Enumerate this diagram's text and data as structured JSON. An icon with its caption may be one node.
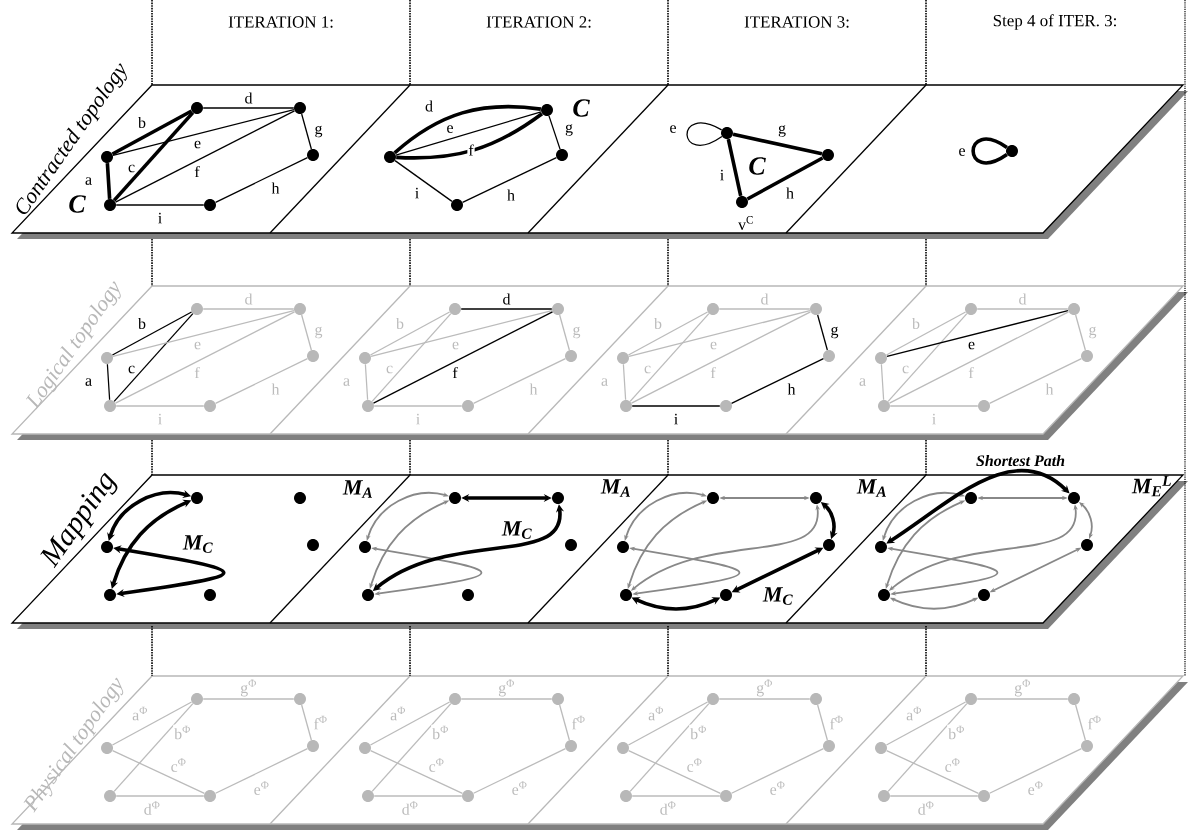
{
  "diagram": {
    "nodes": [
      {
        "text": [],
        "shape": "circle"
      },
      {
        "text": [],
        "shape": "circle"
      },
      {
        "text": [],
        "shape": "circle"
      },
      {
        "text": [],
        "shape": "circle"
      },
      {
        "text": [],
        "shape": "circle"
      },
      {
        "text": [],
        "shape": "circle"
      },
      {
        "text": [],
        "shape": "circle"
      },
      {
        "text": [],
        "shape": "circle"
      },
      {
        "text": [],
        "shape": "circle"
      },
      {
        "text": [],
        "shape": "circle"
      },
      {
        "text": [],
        "shape": "circle"
      },
      {
        "text": [],
        "shape": "circle"
      },
      {
        "text": [],
        "shape": "circle",
        "beside": [
          "v$^{C}$"
        ]
      },
      {
        "text": [],
        "shape": "circle"
      },
      {
        "text": [],
        "shape": "circle"
      },
      {
        "text": [],
        "shape": "circle"
      },
      {
        "text": [],
        "shape": "circle"
      },
      {
        "text": [],
        "shape": "circle"
      },
      {
        "text": [],
        "shape": "circle"
      },
      {
        "text": [],
        "shape": "circle"
      },
      {
        "text": [],
        "shape": "circle"
      },
      {
        "text": [],
        "shape": "circle"
      },
      {
        "text": [],
        "shape": "circle"
      },
      {
        "text": [],
        "shape": "circle"
      },
      {
        "text": [],
        "shape": "circle"
      },
      {
        "text": [],
        "shape": "circle"
      },
      {
        "text": [],
        "shape": "circle"
      },
      {
        "text": [],
        "shape": "circle"
      },
      {
        "text": [],
        "shape": "circle"
      },
      {
        "text": [],
        "shape": "circle"
      },
      {
        "text": [],
        "shape": "circle"
      },
      {
        "text": [],
        "shape": "circle"
      },
      {
        "text": [],
        "shape": "circle"
      },
      {
        "text": [],
        "shape": "circle"
      },
      {
        "text": [],
        "shape": "circle"
      },
      {
        "text": [],
        "shape": "circle"
      },
      {
        "text": [],
        "shape": "circle"
      },
      {
        "text": [],
        "shape": "circle"
      },
      {
        "text": [],
        "shape": "circle"
      },
      {
        "text": [],
        "shape": "circle"
      },
      {
        "text": [],
        "shape": "circle"
      },
      {
        "text": [],
        "shape": "circle"
      },
      {
        "text": [],
        "shape": "circle"
      },
      {
        "text": [],
        "shape": "circle"
      },
      {
        "text": [],
        "shape": "circle"
      },
      {
        "text": [],
        "shape": "circle"
      },
      {
        "text": [],
        "shape": "circle"
      },
      {
        "text": [],
        "shape": "circle"
      },
      {
        "text": [],
        "shape": "circle"
      },
      {
        "text": [],
        "shape": "circle"
      },
      {
        "text": [],
        "shape": "circle"
      },
      {
        "text": [],
        "shape": "circle"
      },
      {
        "text": [],
        "shape": "circle"
      },
      {
        "text": [],
        "shape": "circle"
      },
      {
        "text": [],
        "shape": "circle"
      },
      {
        "text": [],
        "shape": "circle"
      },
      {
        "text": [],
        "shape": "circle"
      },
      {
        "text": [],
        "shape": "circle"
      },
      {
        "text": [],
        "shape": "circle"
      },
      {
        "text": [],
        "shape": "circle"
      },
      {
        "text": [],
        "shape": "circle"
      },
      {
        "text": [],
        "shape": "circle"
      },
      {
        "text": [],
        "shape": "circle"
      },
      {
        "text": [],
        "shape": "circle"
      },
      {
        "text": [],
        "shape": "circle"
      },
      {
        "text": [],
        "shape": "circle"
      },
      {
        "text": [],
        "shape": "circle"
      },
      {
        "text": [],
        "shape": "circle"
      },
      {
        "text": [],
        "shape": "circle"
      },
      {
        "text": [],
        "shape": "circle"
      },
      {
        "text": [],
        "shape": "circle"
      },
      {
        "text": [],
        "shape": "circle"
      },
      {
        "text": [],
        "shape": "circle"
      },
      {
        "text": [],
        "shape": "circle"
      },
      {
        "text": [],
        "shape": "circle"
      },
      {
        "text": [],
        "shape": "circle"
      },
      {
        "text": [],
        "shape": "circle"
      },
      {
        "text": [],
        "shape": "circle"
      },
      {
        "text": [],
        "shape": "circle"
      },
      {
        "text": [],
        "shape": "circle"
      },
      {
        "text": [],
        "shape": "circle"
      },
      {
        "text": [],
        "shape": "circle"
      },
      {
        "text": [],
        "shape": "circle"
      },
      {
        "text": [],
        "shape": "circle"
      },
      {
        "text": [],
        "shape": "circle"
      },
      {
        "text": [],
        "shape": "circle"
      }
    ],
    "edges": [
      {
        "from": 2,
        "to": 4,
        "arrow": "none",
        "label": "a",
        "style": "thick",
        "color": "#000000"
      },
      {
        "from": 2,
        "to": 0,
        "arrow": "none",
        "label": "b",
        "style": "thick",
        "color": "#000000"
      },
      {
        "from": 0,
        "to": 4,
        "arrow": "none",
        "label": "c",
        "style": "thick",
        "color": "#000000"
      },
      {
        "from": 0,
        "to": 1,
        "arrow": "none",
        "label": "d",
        "color": "#000000"
      },
      {
        "from": 2,
        "to": 1,
        "arrow": "none",
        "label": "e",
        "color": "#000000"
      },
      {
        "from": 4,
        "to": 1,
        "arrow": "none",
        "label": "f",
        "color": "#000000"
      },
      {
        "from": 1,
        "to": 3,
        "arrow": "none",
        "label": "g",
        "color": "#000000"
      },
      {
        "from": 3,
        "to": 5,
        "arrow": "none",
        "label": "h",
        "color": "#000000"
      },
      {
        "from": 4,
        "to": 5,
        "arrow": "none",
        "label": "i",
        "color": "#000000"
      },
      {
        "from": 7,
        "to": 6,
        "arrow": "none",
        "label": "d",
        "style": "thick",
        "color": "#000000"
      },
      {
        "from": 7,
        "to": 6,
        "arrow": "none",
        "label": "e",
        "color": "#000000"
      },
      {
        "from": 7,
        "to": 6,
        "arrow": "none",
        "label": "f",
        "style": "thick",
        "color": "#000000"
      },
      {
        "from": 6,
        "to": 8,
        "arrow": "none",
        "label": "g",
        "color": "#000000"
      },
      {
        "from": 8,
        "to": 9,
        "arrow": "none",
        "label": "h",
        "color": "#000000"
      },
      {
        "from": 7,
        "to": 9,
        "arrow": "none",
        "label": "i",
        "color": "#000000"
      },
      {
        "from": 10,
        "to": 10,
        "arrow": "none",
        "label": "e",
        "color": "#000000"
      },
      {
        "from": 10,
        "to": 11,
        "arrow": "none",
        "label": "g",
        "style": "thick",
        "color": "#000000"
      },
      {
        "from": 11,
        "to": 12,
        "arrow": "none",
        "label": "h",
        "style": "thick",
        "color": "#000000"
      },
      {
        "from": 10,
        "to": 12,
        "arrow": "none",
        "label": "i",
        "style": "thick",
        "color": "#000000"
      },
      {
        "from": 13,
        "to": 13,
        "arrow": "none",
        "label": "e",
        "style": "thick",
        "color": "#000000"
      },
      {
        "from": 16,
        "to": 18,
        "arrow": "none",
        "label": "a",
        "color": "#000000"
      },
      {
        "from": 16,
        "to": 14,
        "arrow": "none",
        "label": "b",
        "color": "#000000"
      },
      {
        "from": 14,
        "to": 18,
        "arrow": "none",
        "label": "c",
        "color": "#000000"
      },
      {
        "from": 14,
        "to": 15,
        "arrow": "none",
        "label": "d",
        "color": "#bbbbbb"
      },
      {
        "from": 16,
        "to": 15,
        "arrow": "none",
        "label": "e",
        "color": "#bbbbbb"
      },
      {
        "from": 18,
        "to": 15,
        "arrow": "none",
        "label": "f",
        "color": "#bbbbbb"
      },
      {
        "from": 15,
        "to": 17,
        "arrow": "none",
        "label": "g",
        "color": "#bbbbbb"
      },
      {
        "from": 17,
        "to": 19,
        "arrow": "none",
        "label": "h",
        "color": "#bbbbbb"
      },
      {
        "from": 18,
        "to": 19,
        "arrow": "none",
        "label": "i",
        "color": "#bbbbbb"
      },
      {
        "from": 22,
        "to": 24,
        "arrow": "none",
        "label": "a",
        "color": "#bbbbbb"
      },
      {
        "from": 22,
        "to": 20,
        "arrow": "none",
        "label": "b",
        "color": "#bbbbbb"
      },
      {
        "from": 20,
        "to": 24,
        "arrow": "none",
        "label": "c",
        "color": "#bbbbbb"
      },
      {
        "from": 20,
        "to": 21,
        "arrow": "none",
        "label": "d",
        "color": "#000000"
      },
      {
        "from": 22,
        "to": 21,
        "arrow": "none",
        "label": "e",
        "color": "#bbbbbb"
      },
      {
        "from": 24,
        "to": 21,
        "arrow": "none",
        "label": "f",
        "color": "#000000"
      },
      {
        "from": 21,
        "to": 23,
        "arrow": "none",
        "label": "g",
        "color": "#bbbbbb"
      },
      {
        "from": 23,
        "to": 25,
        "arrow": "none",
        "label": "h",
        "color": "#bbbbbb"
      },
      {
        "from": 24,
        "to": 25,
        "arrow": "none",
        "label": "i",
        "color": "#bbbbbb"
      },
      {
        "from": 28,
        "to": 30,
        "arrow": "none",
        "label": "a",
        "color": "#bbbbbb"
      },
      {
        "from": 28,
        "to": 26,
        "arrow": "none",
        "label": "b",
        "color": "#bbbbbb"
      },
      {
        "from": 26,
        "to": 30,
        "arrow": "none",
        "label": "c",
        "color": "#bbbbbb"
      },
      {
        "from": 26,
        "to": 27,
        "arrow": "none",
        "label": "d",
        "color": "#bbbbbb"
      },
      {
        "from": 28,
        "to": 27,
        "arrow": "none",
        "label": "e",
        "color": "#bbbbbb"
      },
      {
        "from": 30,
        "to": 27,
        "arrow": "none",
        "label": "f",
        "color": "#bbbbbb"
      },
      {
        "from": 27,
        "to": 29,
        "arrow": "none",
        "label": "g",
        "color": "#000000"
      },
      {
        "from": 29,
        "to": 31,
        "arrow": "none",
        "label": "h",
        "color": "#000000"
      },
      {
        "from": 30,
        "to": 31,
        "arrow": "none",
        "label": "i",
        "color": "#000000"
      },
      {
        "from": 34,
        "to": 36,
        "arrow": "none",
        "label": "a",
        "color": "#bbbbbb"
      },
      {
        "from": 34,
        "to": 32,
        "arrow": "none",
        "label": "b",
        "color": "#bbbbbb"
      },
      {
        "from": 32,
        "to": 36,
        "arrow": "none",
        "label": "c",
        "color": "#bbbbbb"
      },
      {
        "from": 32,
        "to": 33,
        "arrow": "none",
        "label": "d",
        "color": "#bbbbbb"
      },
      {
        "from": 34,
        "to": 33,
        "arrow": "none",
        "label": "e",
        "color": "#000000"
      },
      {
        "from": 36,
        "to": 33,
        "arrow": "none",
        "label": "f",
        "color": "#bbbbbb"
      },
      {
        "from": 33,
        "to": 35,
        "arrow": "none",
        "label": "g",
        "color": "#bbbbbb"
      },
      {
        "from": 35,
        "to": 37,
        "arrow": "none",
        "label": "h",
        "color": "#bbbbbb"
      },
      {
        "from": 36,
        "to": 37,
        "arrow": "none",
        "label": "i",
        "color": "#bbbbbb"
      },
      {
        "from": 38,
        "to": 40,
        "arrow": "both",
        "style": "thick",
        "color": "#000000"
      },
      {
        "from": 38,
        "to": 42,
        "arrow": "both",
        "style": "thick",
        "color": "#000000"
      },
      {
        "from": 40,
        "to": 42,
        "arrow": "both",
        "style": "thick",
        "color": "#000000"
      },
      {
        "from": 44,
        "to": 46,
        "arrow": "both",
        "color": "#888888"
      },
      {
        "from": 44,
        "to": 48,
        "arrow": "both",
        "color": "#888888"
      },
      {
        "from": 46,
        "to": 48,
        "arrow": "both",
        "color": "#888888"
      },
      {
        "from": 44,
        "to": 45,
        "arrow": "both",
        "style": "thick",
        "color": "#000000"
      },
      {
        "from": 48,
        "to": 45,
        "arrow": "both",
        "style": "thick",
        "color": "#000000"
      },
      {
        "from": 50,
        "to": 52,
        "arrow": "both",
        "color": "#888888"
      },
      {
        "from": 50,
        "to": 54,
        "arrow": "both",
        "color": "#888888"
      },
      {
        "from": 52,
        "to": 54,
        "arrow": "both",
        "color": "#888888"
      },
      {
        "from": 50,
        "to": 51,
        "arrow": "both",
        "color": "#888888"
      },
      {
        "from": 54,
        "to": 51,
        "arrow": "both",
        "color": "#888888"
      },
      {
        "from": 51,
        "to": 53,
        "arrow": "both",
        "style": "thick",
        "color": "#000000"
      },
      {
        "from": 53,
        "to": 55,
        "arrow": "both",
        "style": "thick",
        "color": "#000000"
      },
      {
        "from": 54,
        "to": 55,
        "arrow": "both",
        "style": "thick",
        "color": "#000000"
      },
      {
        "from": 56,
        "to": 58,
        "arrow": "both",
        "color": "#888888"
      },
      {
        "from": 56,
        "to": 60,
        "arrow": "both",
        "color": "#888888"
      },
      {
        "from": 58,
        "to": 60,
        "arrow": "both",
        "color": "#888888"
      },
      {
        "from": 56,
        "to": 57,
        "arrow": "both",
        "color": "#888888"
      },
      {
        "from": 60,
        "to": 57,
        "arrow": "both",
        "color": "#888888"
      },
      {
        "from": 57,
        "to": 59,
        "arrow": "both",
        "color": "#888888"
      },
      {
        "from": 59,
        "to": 61,
        "arrow": "both",
        "color": "#888888"
      },
      {
        "from": 60,
        "to": 61,
        "arrow": "both",
        "color": "#888888"
      },
      {
        "from": 58,
        "to": 57,
        "arrow": "both",
        "style": "thick",
        "label": "Shortest Path",
        "color": "#000000"
      },
      {
        "from": 64,
        "to": 62,
        "arrow": "none",
        "label": "a$^{Φ}$",
        "color": "#bbbbbb"
      },
      {
        "from": 62,
        "to": 66,
        "arrow": "none",
        "label": "b$^{Φ}$",
        "color": "#bbbbbb"
      },
      {
        "from": 64,
        "to": 67,
        "arrow": "none",
        "label": "c$^{Φ}$",
        "color": "#bbbbbb"
      },
      {
        "from": 66,
        "to": 67,
        "arrow": "none",
        "label": "d$^{Φ}$",
        "color": "#bbbbbb"
      },
      {
        "from": 67,
        "to": 65,
        "arrow": "none",
        "label": "e$^{Φ}$",
        "color": "#bbbbbb"
      },
      {
        "from": 65,
        "to": 63,
        "arrow": "none",
        "label": "f$^{Φ}$",
        "color": "#bbbbbb"
      },
      {
        "from": 62,
        "to": 63,
        "arrow": "none",
        "label": "g$^{Φ}$",
        "color": "#bbbbbb"
      },
      {
        "from": 70,
        "to": 68,
        "arrow": "none",
        "label": "a$^{Φ}$",
        "color": "#bbbbbb"
      },
      {
        "from": 68,
        "to": 72,
        "arrow": "none",
        "label": "b$^{Φ}$",
        "color": "#bbbbbb"
      },
      {
        "from": 70,
        "to": 73,
        "arrow": "none",
        "label": "c$^{Φ}$",
        "color": "#bbbbbb"
      },
      {
        "from": 72,
        "to": 73,
        "arrow": "none",
        "label": "d$^{Φ}$",
        "color": "#bbbbbb"
      },
      {
        "from": 73,
        "to": 71,
        "arrow": "none",
        "label": "e$^{Φ}$",
        "color": "#bbbbbb"
      },
      {
        "from": 71,
        "to": 69,
        "arrow": "none",
        "label": "f$^{Φ}$",
        "color": "#bbbbbb"
      },
      {
        "from": 68,
        "to": 69,
        "arrow": "none",
        "label": "g$^{Φ}$",
        "color": "#bbbbbb"
      },
      {
        "from": 76,
        "to": 74,
        "arrow": "none",
        "label": "a$^{Φ}$",
        "color": "#bbbbbb"
      },
      {
        "from": 74,
        "to": 78,
        "arrow": "none",
        "label": "b$^{Φ}$",
        "color": "#bbbbbb"
      },
      {
        "from": 76,
        "to": 79,
        "arrow": "none",
        "label": "c$^{Φ}$",
        "color": "#bbbbbb"
      },
      {
        "from": 78,
        "to": 79,
        "arrow": "none",
        "label": "d$^{Φ}$",
        "color": "#bbbbbb"
      },
      {
        "from": 79,
        "to": 77,
        "arrow": "none",
        "label": "e$^{Φ}$",
        "color": "#bbbbbb"
      },
      {
        "from": 77,
        "to": 75,
        "arrow": "none",
        "label": "f$^{Φ}$",
        "color": "#bbbbbb"
      },
      {
        "from": 74,
        "to": 75,
        "arrow": "none",
        "label": "g$^{Φ}$",
        "color": "#bbbbbb"
      },
      {
        "from": 82,
        "to": 80,
        "arrow": "none",
        "label": "a$^{Φ}$",
        "color": "#bbbbbb"
      },
      {
        "from": 80,
        "to": 84,
        "arrow": "none",
        "label": "b$^{Φ}$",
        "color": "#bbbbbb"
      },
      {
        "from": 82,
        "to": 85,
        "arrow": "none",
        "label": "c$^{Φ}$",
        "color": "#bbbbbb"
      },
      {
        "from": 84,
        "to": 85,
        "arrow": "none",
        "label": "d$^{Φ}$",
        "color": "#bbbbbb"
      },
      {
        "from": 85,
        "to": 83,
        "arrow": "none",
        "label": "e$^{Φ}$",
        "color": "#bbbbbb"
      },
      {
        "from": 83,
        "to": 81,
        "arrow": "none",
        "label": "f$^{Φ}$",
        "color": "#bbbbbb"
      },
      {
        "from": 80,
        "to": 81,
        "arrow": "none",
        "label": "g$^{Φ}$",
        "color": "#bbbbbb"
      }
    ],
    "labels": [
      "ITERATION 1:",
      "ITERATION 2:",
      "ITERATION 3:",
      "Step 4 of ITER. 3:",
      "Contracted topology",
      "C",
      "C",
      "C",
      "Logical topology",
      "Mapping",
      "M$_{A}$",
      "M$_{C}$",
      "M$_{A}$",
      "M$_{C}$",
      "M$_{A}$",
      "M$_{C}$",
      "M$_{E}$$^{L}$",
      "Physical topology"
    ]
  }
}
